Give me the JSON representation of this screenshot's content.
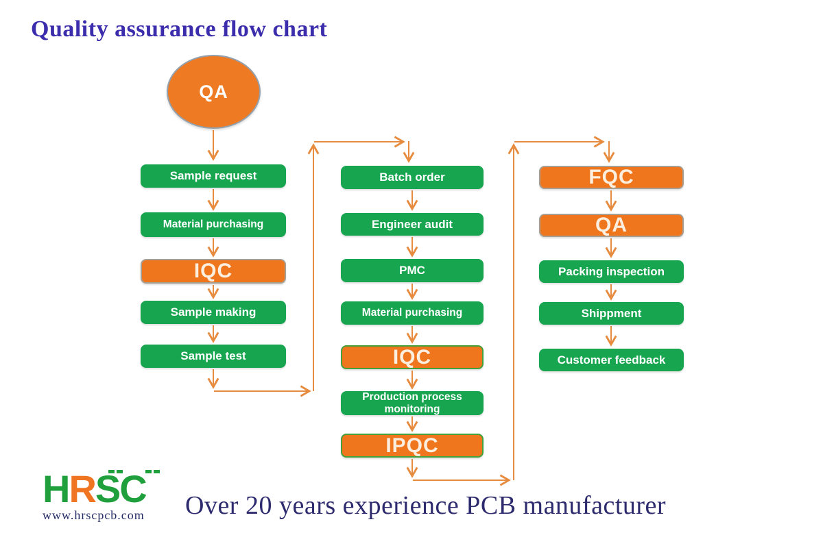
{
  "title": "Quality assurance flow chart",
  "slogan": "Over 20 years experience PCB manufacturer",
  "logo": {
    "letter_h": "H",
    "letter_r": "R",
    "letters_sc": "SC",
    "website": "www.hrscpcb.com"
  },
  "colors": {
    "node_green": "#17a550",
    "node_orange": "#f0761d",
    "arrow_orange": "#e78b3f",
    "title_blue": "#3b2dab",
    "slogan_navy": "#2d2b6e",
    "gray_border": "#a89f94",
    "green_border": "#44a03a",
    "ellipse_border": "#93a0ad"
  },
  "flow": {
    "start": {
      "label": "QA",
      "shape": "ellipse"
    },
    "columns": [
      {
        "nodes": [
          {
            "label": "Sample request"
          },
          {
            "label": "Material purchasing"
          },
          {
            "label": "IQC"
          },
          {
            "label": "Sample making"
          },
          {
            "label": "Sample test"
          }
        ]
      },
      {
        "nodes": [
          {
            "label": "Batch order"
          },
          {
            "label": "Engineer audit"
          },
          {
            "label": "PMC"
          },
          {
            "label": "Material purchasing"
          },
          {
            "label": "IQC"
          },
          {
            "label": "Production process monitoring"
          },
          {
            "label": "IPQC"
          }
        ]
      },
      {
        "nodes": [
          {
            "label": "FQC"
          },
          {
            "label": "QA"
          },
          {
            "label": "Packing inspection"
          },
          {
            "label": "Shippment"
          },
          {
            "label": "Customer feedback"
          }
        ]
      }
    ]
  }
}
